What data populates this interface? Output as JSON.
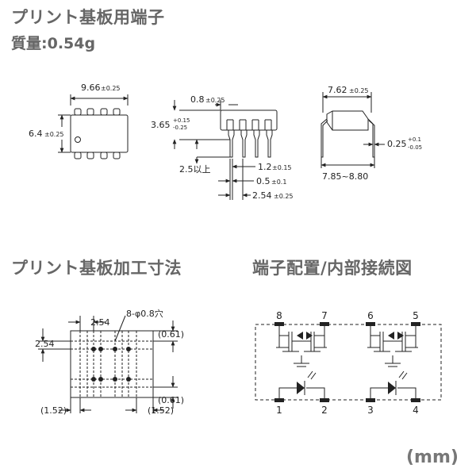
{
  "heading": {
    "title": "プリント基板用端子",
    "weight_label": "質量:0.54g"
  },
  "outline": {
    "width_dim": "9.66",
    "width_tol": "±0.25",
    "height_dim": "6.4",
    "height_tol": "±0.25",
    "pin_width_dim": "0.8",
    "pin_width_tol": "±0.25",
    "body_height_dim": "3.65",
    "body_height_tol_plus": "+0.15",
    "body_height_tol_minus": "-0.25",
    "lead_length": "2.5以上",
    "pin_pitch_small_dim": "1.2",
    "pin_pitch_small_tol": "±0.15",
    "lead_width_dim": "0.5",
    "lead_width_tol": "±0.1",
    "pitch_dim": "2.54",
    "pitch_tol": "±0.25",
    "row_spacing_dim": "7.62",
    "row_spacing_tol": "±0.25",
    "lead_thick_dim": "0.25",
    "lead_thick_tol_plus": "+0.1",
    "lead_thick_tol_minus": "-0.05",
    "lead_span": "7.85~8.80"
  },
  "pcb": {
    "title": "プリント基板加工寸法",
    "pitch_h": "2.54",
    "pitch_v": "2.54",
    "hole_spec": "8-φ0.8穴",
    "margin_top": "(0.61)",
    "margin_bottom": "(0.61)",
    "margin_left": "(1.52)",
    "margin_right": "(1.52)"
  },
  "circuit": {
    "title": "端子配置/内部接続図",
    "pins_top": [
      "8",
      "7",
      "6",
      "5"
    ],
    "pins_bottom": [
      "1",
      "2",
      "3",
      "4"
    ]
  },
  "footer": {
    "unit": "(mm)"
  }
}
